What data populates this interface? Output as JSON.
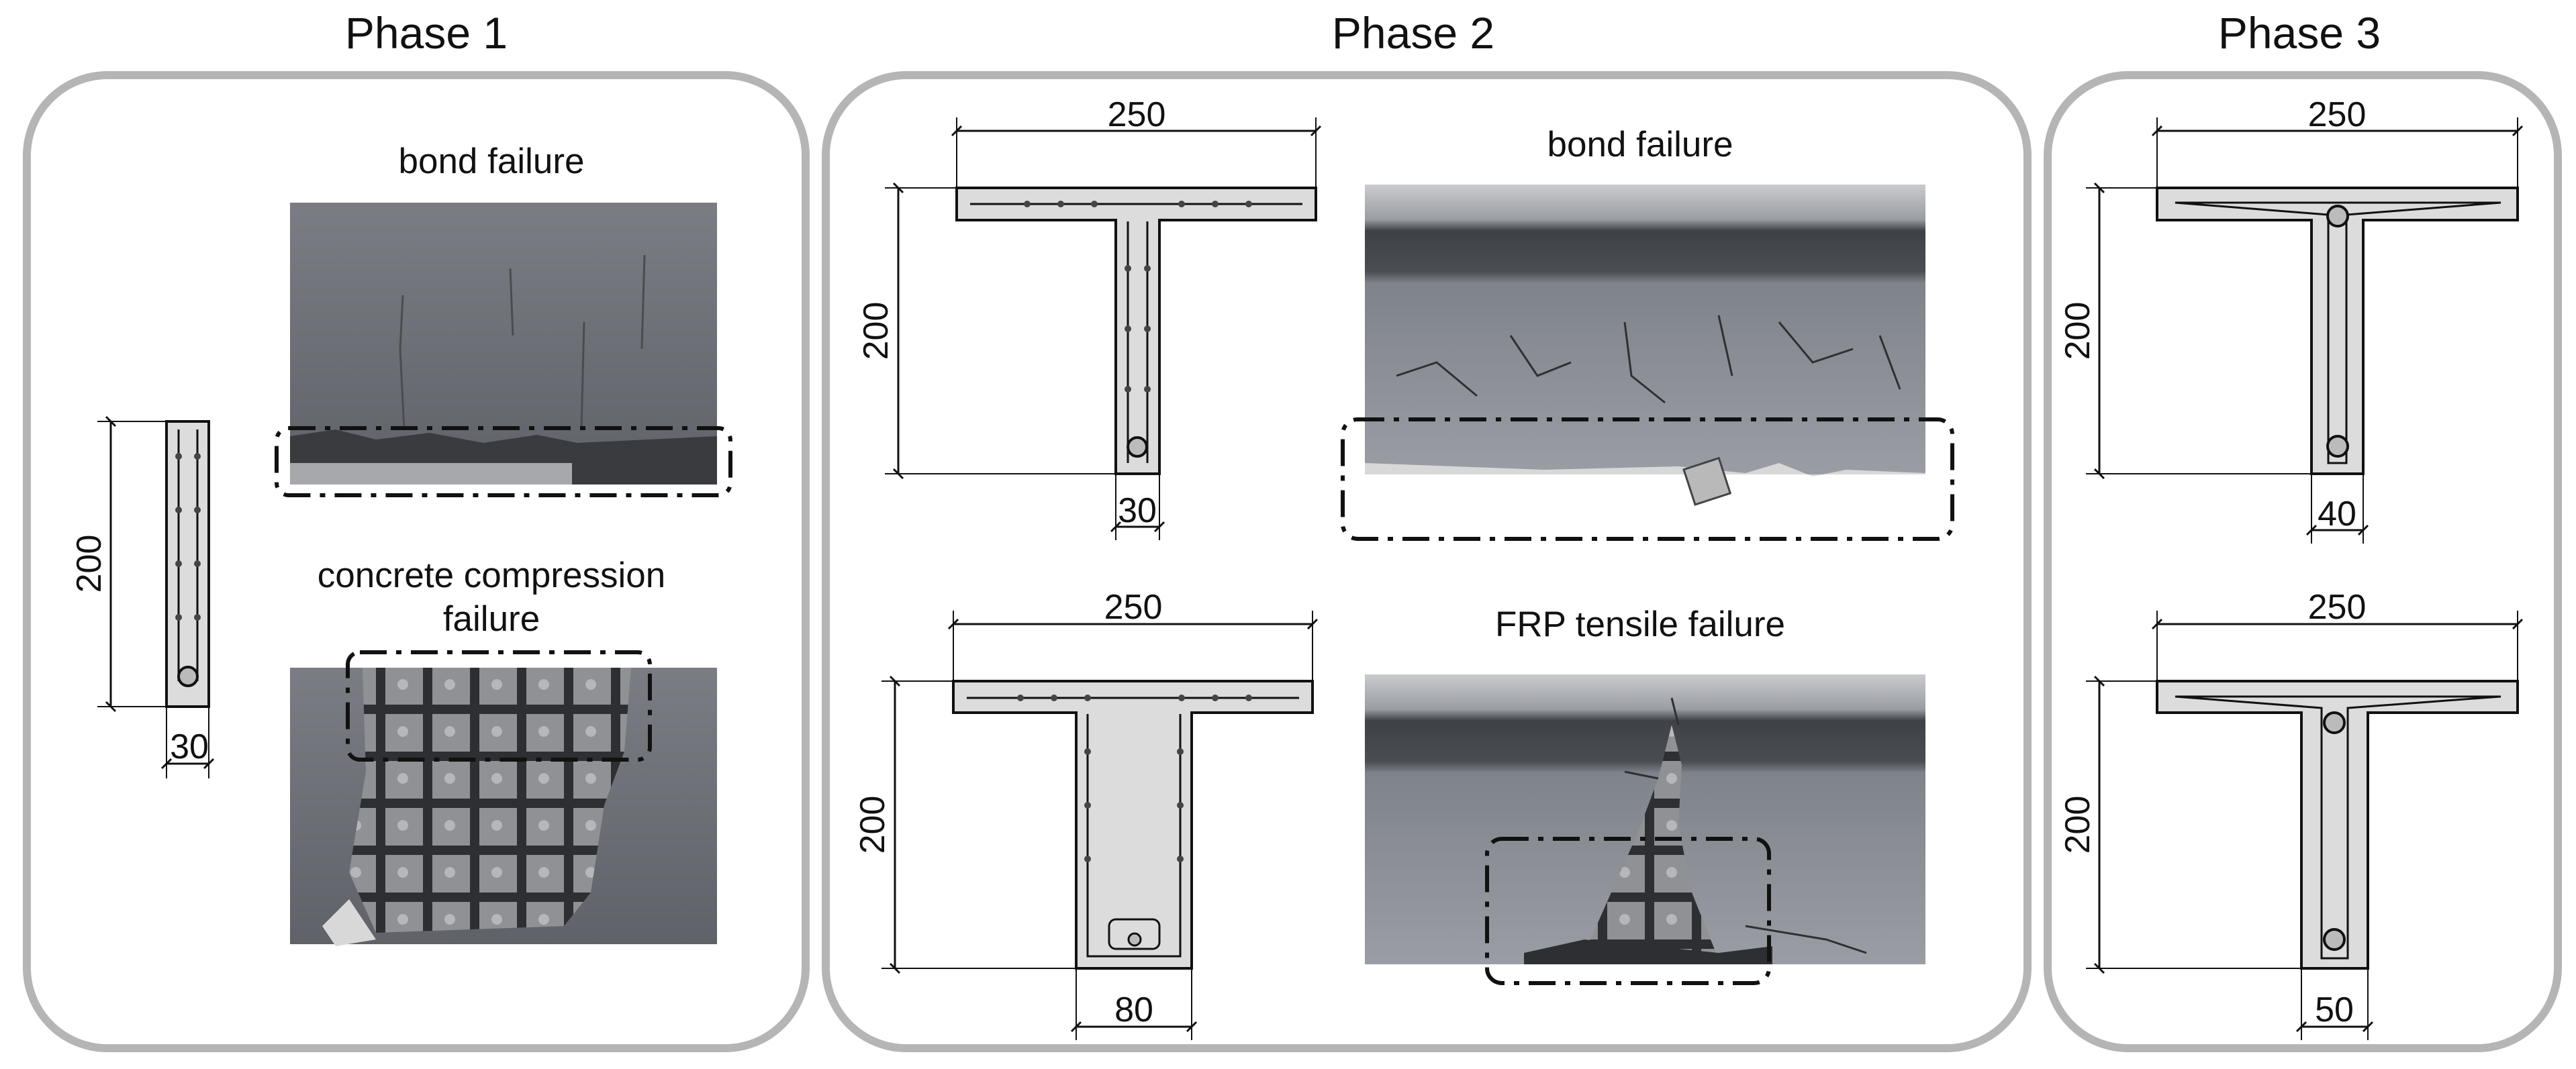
{
  "phases": [
    {
      "title": "Phase 1"
    },
    {
      "title": "Phase 2"
    },
    {
      "title": "Phase 3"
    }
  ],
  "phase1": {
    "height_dim": "200",
    "width_dim": "30",
    "photo_top_caption": "bond failure",
    "photo_bottom_caption_line1": "concrete compression",
    "photo_bottom_caption_line2": "failure"
  },
  "phase2": {
    "top_section": {
      "flange_dim": "250",
      "height_dim": "200",
      "web_dim": "30"
    },
    "bottom_section": {
      "flange_dim": "250",
      "height_dim": "200",
      "web_dim": "80"
    },
    "photo_top_caption": "bond failure",
    "photo_bottom_caption": "FRP tensile failure"
  },
  "phase3": {
    "top_section": {
      "flange_dim": "250",
      "height_dim": "200",
      "web_dim": "40"
    },
    "bottom_section": {
      "flange_dim": "250",
      "height_dim": "200",
      "web_dim": "50"
    }
  },
  "colors": {
    "panel_border": "#b5b5b5",
    "section_fill": "#dcdcdc",
    "photo_gray": "#6c6f75",
    "outline": "#111111"
  }
}
